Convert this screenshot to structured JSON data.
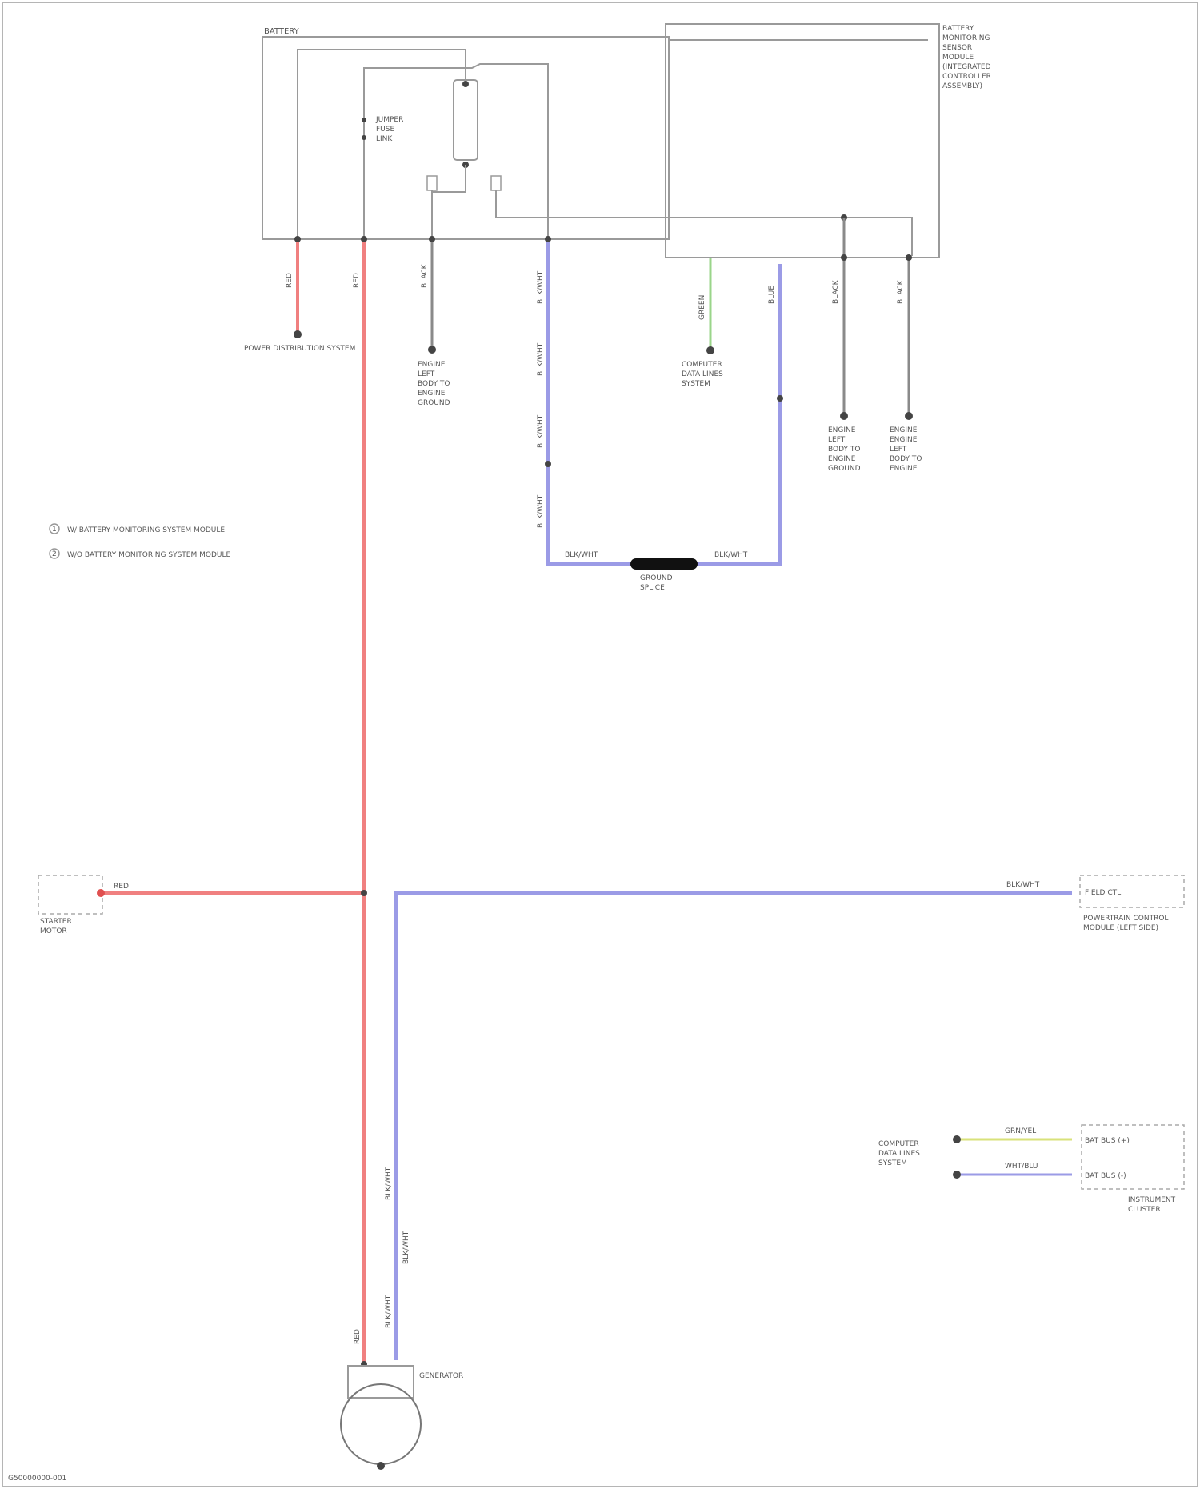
{
  "battery_box": {
    "label": "BATTERY",
    "jumper_label_1": "JUMPER",
    "jumper_label_2": "FUSE",
    "jumper_label_3": "LINK"
  },
  "bds_module": {
    "line1": "BATTERY",
    "line2": "MONITORING",
    "line3": "SENSOR",
    "line4": "MODULE",
    "line5": "(INTEGRATED",
    "line6": "CONTROLLER",
    "line7": "ASSEMBLY)"
  },
  "wires": {
    "w1": "RED",
    "w2": "RED",
    "w3": "BLACK",
    "w4": "BLACK",
    "w5": "GREEN",
    "w6": "BLUE",
    "w7": "BLACK",
    "w8": "BLACK"
  },
  "endpoints": {
    "power_dist": "POWER DISTRIBUTION SYSTEM",
    "ground_left": [
      "ENGINE",
      "LEFT",
      "BODY TO",
      "ENGINE",
      "GROUND"
    ],
    "computer_data_top": [
      "COMPUTER",
      "DATA LINES",
      "SYSTEM"
    ],
    "ground_g1": [
      "ENGINE",
      "LEFT",
      "BODY TO",
      "ENGINE",
      "GROUND"
    ],
    "ground_g2": [
      "ENGINE",
      "ENGINE",
      "LEFT",
      "BODY TO",
      "ENGINE"
    ]
  },
  "blue_wire_labels": [
    "BLK/WHT",
    "BLK/WHT",
    "BLK/WHT",
    "BLK/WHT"
  ],
  "bus": {
    "left_label": "BLK/WHT",
    "right_label": "BLK/WHT",
    "name1": "GROUND",
    "name2": "SPLICE"
  },
  "legend": [
    "W/ BATTERY MONITORING SYSTEM MODULE",
    "W/O BATTERY MONITORING SYSTEM MODULE"
  ],
  "starter": {
    "terminal": "RED",
    "name1": "STARTER",
    "name2": "MOTOR"
  },
  "right_module": {
    "wire_label": "BLK/WHT",
    "pin_label": "FIELD CTL",
    "name1": "POWERTRAIN CONTROL",
    "name2": "MODULE (LEFT SIDE)"
  },
  "cdl_bottom": {
    "name1": "COMPUTER",
    "name2": "DATA LINES",
    "name3": "SYSTEM",
    "wire1": "GRN/YEL",
    "wire2": "WHT/BLU",
    "pin1": "BAT BUS (+)",
    "pin2": "BAT BUS (-)",
    "module1": "INSTRUMENT",
    "module2": "CLUSTER"
  },
  "generator": {
    "name": "GENERATOR",
    "wire_red": "RED",
    "wire_blue1": "BLK/WHT",
    "wire_blue2": "BLK/WHT",
    "wire_blue3": "BLK/WHT"
  },
  "footer": {
    "code": "G50000000-001"
  }
}
